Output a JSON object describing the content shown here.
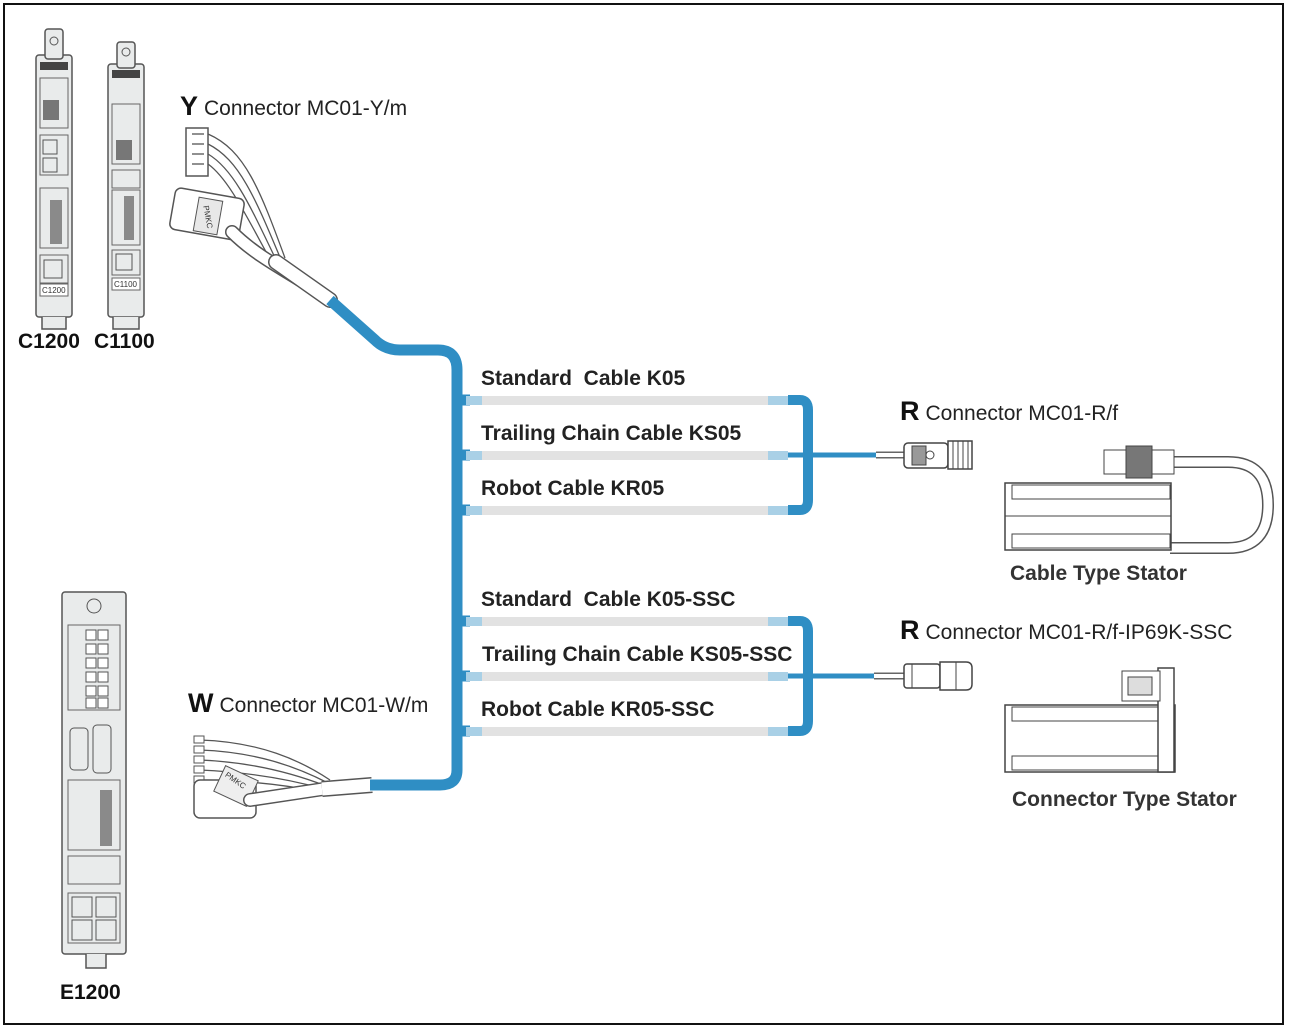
{
  "devices": {
    "c1200": {
      "label": "C1200",
      "panel": "C1200"
    },
    "c1100": {
      "label": "C1100",
      "panel": "C1100"
    },
    "e1200": {
      "label": "E1200"
    }
  },
  "connectors": {
    "y": {
      "letter": "Y",
      "name": "Connector MC01-Y/m",
      "plug_mark": "PMKC"
    },
    "w": {
      "letter": "W",
      "name": "Connector MC01-W/m",
      "plug_mark": "PMKC"
    },
    "r": {
      "letter": "R",
      "name": "Connector MC01-R/f"
    },
    "r_ssc": {
      "letter": "R",
      "name": "Connector MC01-R/f-IP69K-SSC"
    }
  },
  "cables_group1": [
    {
      "label": "Standard  Cable K05"
    },
    {
      "label": "Trailing Chain Cable KS05"
    },
    {
      "label": "Robot Cable KR05"
    }
  ],
  "cables_group2": [
    {
      "label": "Standard  Cable K05-SSC"
    },
    {
      "label": "Trailing Chain Cable KS05-SSC"
    },
    {
      "label": "Robot Cable KR05-SSC"
    }
  ],
  "stators": {
    "cable_type": {
      "label": "Cable Type Stator"
    },
    "connector_type": {
      "label": "Connector Type Stator"
    }
  },
  "colors": {
    "cable_blue": "#2f8ec4",
    "cable_end_blue": "#a9d0e6",
    "cable_grey": "#e2e2e2",
    "device_fill": "#e9ebeb",
    "device_stroke": "#555555"
  }
}
